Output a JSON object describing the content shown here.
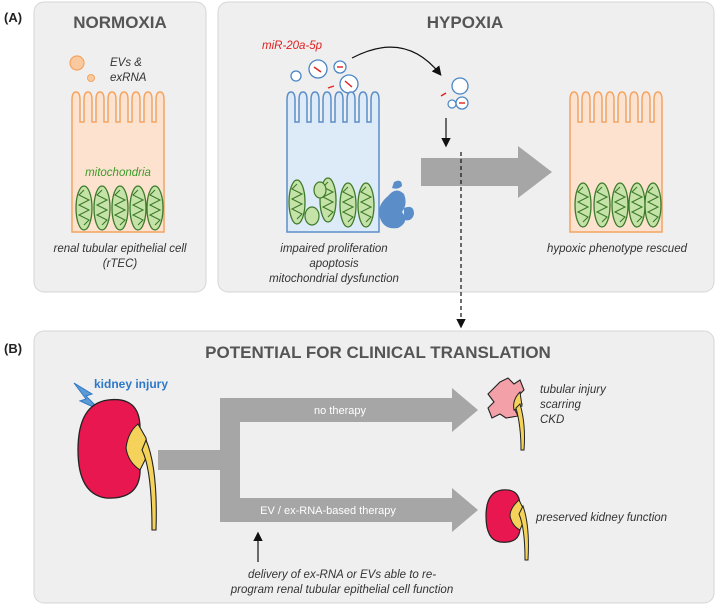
{
  "panel_a": {
    "letter": "(A)",
    "normoxia": {
      "title": "NORMOXIA",
      "evs_label_line1": "EVs &",
      "evs_label_line2": "exRNA",
      "mitochondria_label": "mitochondria",
      "cell_label_line1": "renal tubular epithelial cell",
      "cell_label_line2": "(rTEC)"
    },
    "hypoxia": {
      "title": "HYPOXIA",
      "mirna_label": "miR-20a-5p",
      "effects": [
        "impaired proliferation",
        "apoptosis",
        "mitochondrial dysfunction"
      ],
      "rescued_label": "hypoxic phenotype rescued"
    }
  },
  "panel_b": {
    "letter": "(B)",
    "title": "POTENTIAL FOR CLINICAL TRANSLATION",
    "injury_label": "kidney injury",
    "no_therapy_label": "no therapy",
    "therapy_label": "EV / ex-RNA-based therapy",
    "outcomes_no_therapy": [
      "tubular injury",
      "scarring",
      "CKD"
    ],
    "outcome_therapy": "preserved kidney function",
    "delivery_line1": "delivery of ex-RNA or EVs able to re-",
    "delivery_line2": "program renal tubular epithelial cell function"
  },
  "colors": {
    "panel_bg": "#efefef",
    "panel_border": "#d6d6d6",
    "normal_cell_fill": "#fde3cf",
    "normal_cell_stroke": "#f4a460",
    "hypoxic_cell_fill": "#ddeaf7",
    "hypoxic_cell_stroke": "#5b8ec9",
    "mito_fill": "#c5e3a8",
    "mito_stroke": "#3d7a2a",
    "big_arrow": "#a6a6a6",
    "mirna": "#e02020",
    "injury_blue": "#2e78c8",
    "kidney_red": "#e8174f",
    "kidney_yellow": "#f5d35a",
    "kidney_injured": "#f4a0a8"
  },
  "icons": [
    "lightning-icon",
    "kidney-icon",
    "damaged-kidney-icon",
    "healthy-kidney-icon",
    "vesicle-icon",
    "mitochondrion-icon"
  ]
}
